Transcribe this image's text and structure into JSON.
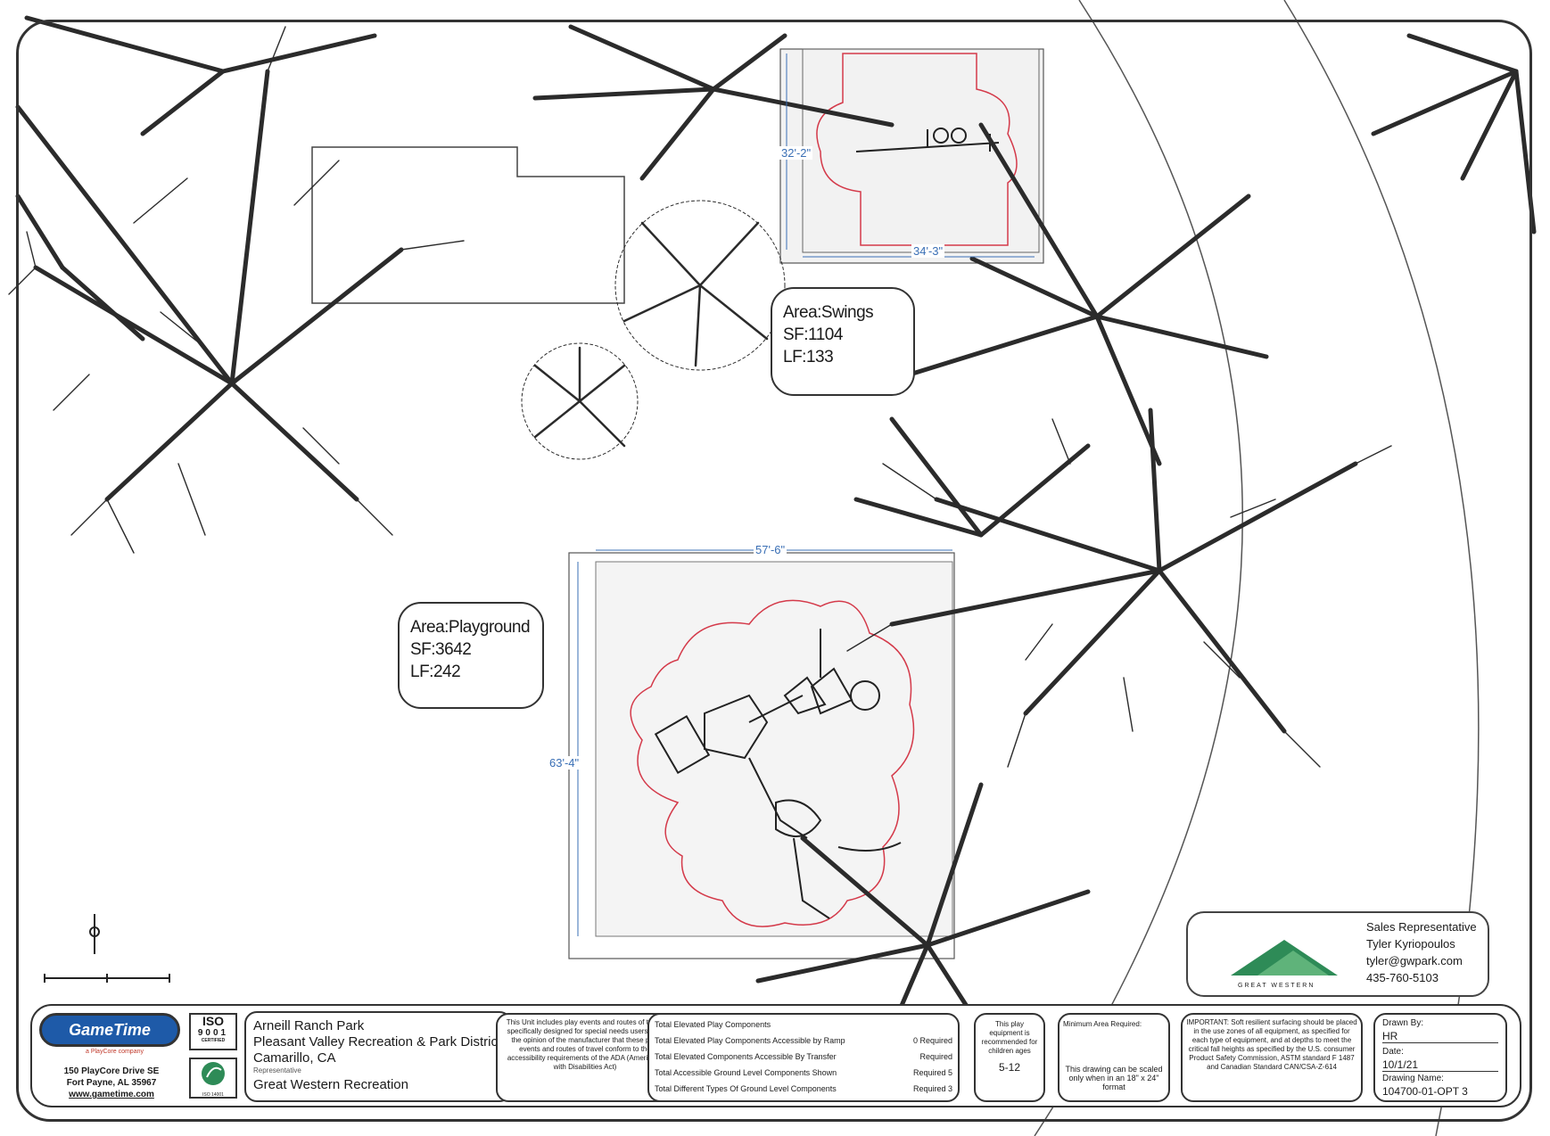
{
  "areas": {
    "swings": {
      "name": "Area:Swings",
      "sf": "SF:1104",
      "lf": "LF:133"
    },
    "playground": {
      "name": "Area:Playground",
      "sf": "SF:3642",
      "lf": "LF:242"
    }
  },
  "dimensions": {
    "swings_width": "32'-2\"",
    "swings_depth": "34'-3\"",
    "playground_width": "57'-6\"",
    "playground_depth": "63'-4\""
  },
  "sales": {
    "title": "Sales Representative",
    "name": "Tyler Kyriopoulos",
    "email": "tyler@gwpark.com",
    "phone": "435-760-5103",
    "logo_text": "GREAT WESTERN"
  },
  "title_block": {
    "company_logo": "GameTime",
    "company_sub": "a PlayCore company",
    "address_1": "150 PlayCore Drive SE",
    "address_2": "Fort Payne, AL 35967",
    "website": "www.gametime.com",
    "iso_top": "ISO",
    "iso_num": "9001",
    "iso_sub": "CERTIFIED",
    "iso2_sub": "ISO 14001",
    "project_name": "Arneill Ranch Park",
    "district": "Pleasant Valley Recreation & Park District",
    "city": "Camarillo, CA",
    "rep_label": "Representative",
    "rep_name": "Great Western Recreation",
    "ada_note": "This Unit includes play events and routes of travel specifically designed for special needs users. It is the opinion of the manufacturer that these play events and routes of travel conform to the accessibility requirements of the ADA (Americans with Disabilities Act)",
    "components": [
      {
        "label": "Total Elevated Play Components",
        "req": ""
      },
      {
        "label": "Total Elevated Play Components Accessible by Ramp",
        "req": "0  Required"
      },
      {
        "label": "Total Elevated Components Accessible By Transfer",
        "req": "Required"
      },
      {
        "label": "Total Accessible Ground Level Components Shown",
        "req": "Required  5"
      },
      {
        "label": "Total Different Types Of Ground Level Components",
        "req": "Required  3"
      }
    ],
    "age_note": "This play equipment is recommended for children ages",
    "age_range": "5-12",
    "min_area_label": "Minimum Area Required:",
    "scale_note": "This drawing can be scaled only when in an 18\" x 24\" format",
    "important": "IMPORTANT: Soft resilient surfacing should be placed in the use zones of all equipment, as specified for each type of equipment, and at depths to meet the critical fall heights as specified by the U.S. consumer Product Safety Commission, ASTM standard F 1487 and Canadian Standard CAN/CSA-Z-614",
    "drawn_by_label": "Drawn By:",
    "drawn_by": "HR",
    "date_label": "Date:",
    "date": "10/1/21",
    "drawing_name_label": "Drawing Name:",
    "drawing_name": "104700-01-OPT 3"
  }
}
